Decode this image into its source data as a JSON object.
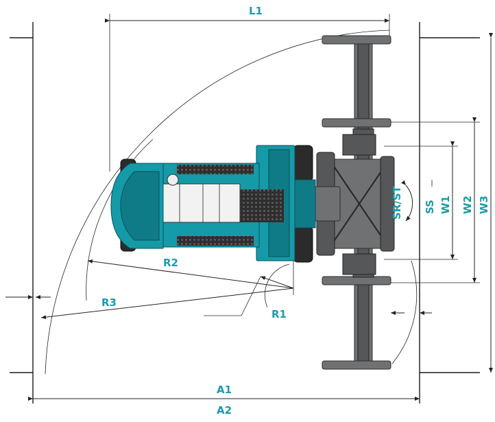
{
  "labels": {
    "L1": "L1",
    "A1": "A1",
    "A2": "A2",
    "R1": "R1",
    "R2": "R2",
    "R3": "R3",
    "SR_ST": "SR/ST",
    "SS": "SS",
    "W1": "W1",
    "W2": "W2",
    "W3": "W3"
  },
  "colors": {
    "machine": "#159aa8",
    "label": "#1a9bab",
    "frame": "#6f7173"
  },
  "icons": [
    "arrowhead-icon",
    "rotation-arrow-icon",
    "beacon-icon"
  ]
}
